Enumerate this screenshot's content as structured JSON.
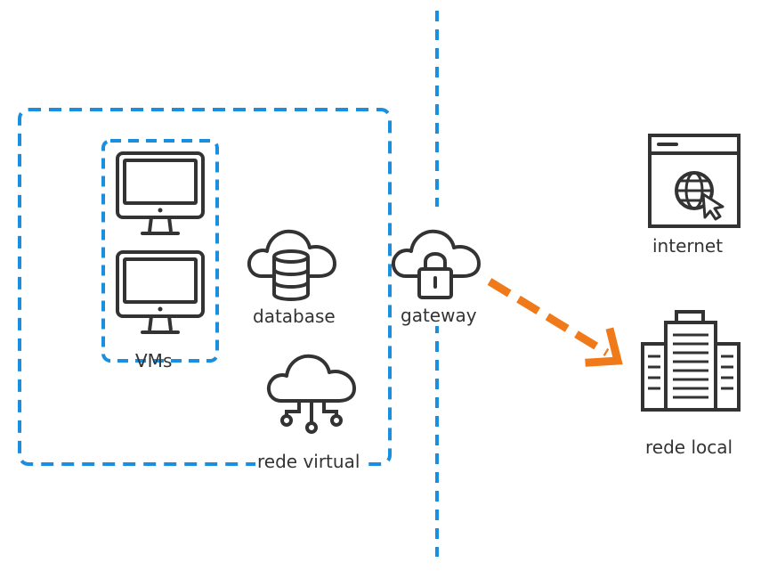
{
  "diagram": {
    "labels": {
      "vms": "VMs",
      "database": "database",
      "gateway": "gateway",
      "rede_virtual": "rede virtual",
      "internet": "internet",
      "rede_local": "rede local"
    },
    "icons": {
      "vm_top": "computer-monitor-icon",
      "vm_bottom": "computer-monitor-icon",
      "database": "cloud-database-icon",
      "gateway": "cloud-lock-icon",
      "rede_virtual": "cloud-network-icon",
      "internet": "browser-globe-icon",
      "rede_local": "office-building-icon"
    },
    "colors": {
      "boundary": "#1a8fe0",
      "arrow": "#f07a1a",
      "icon": "#333333",
      "text": "#333333"
    }
  }
}
